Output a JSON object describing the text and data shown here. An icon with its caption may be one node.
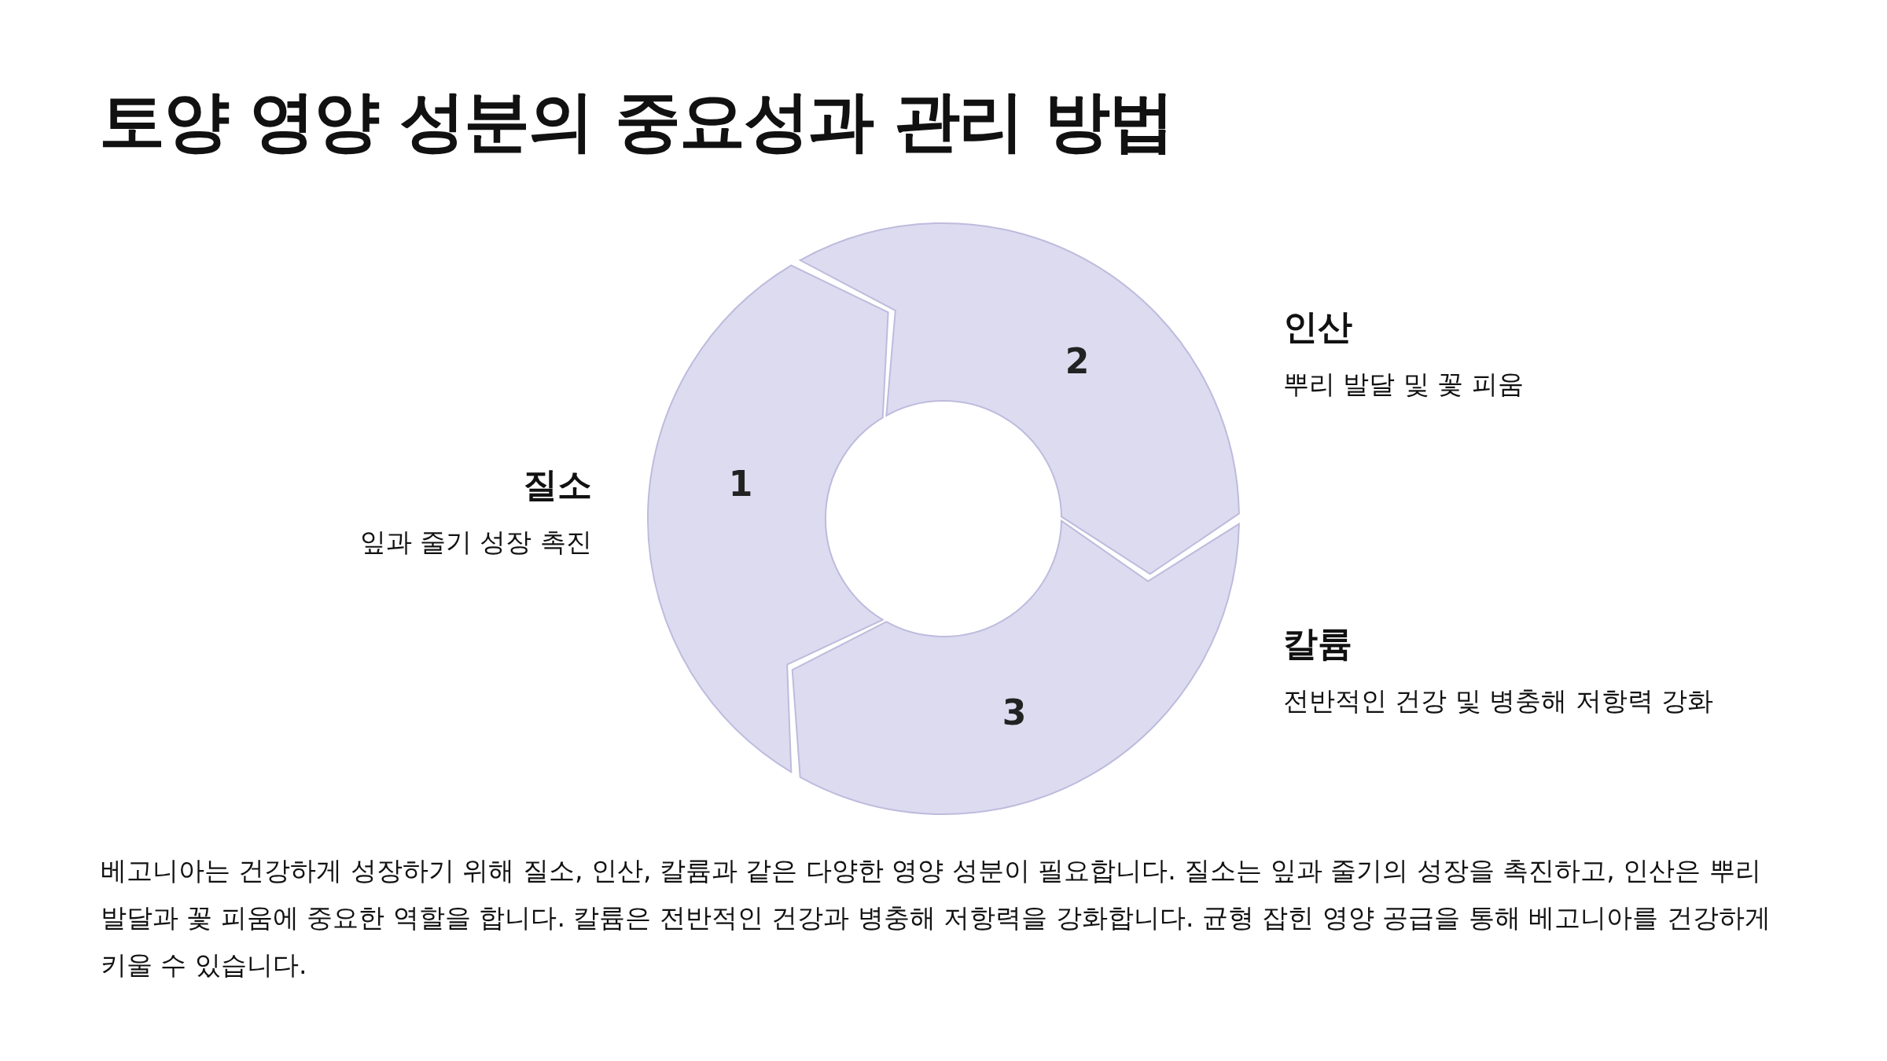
{
  "diagram": {
    "title": "토양 영양 성분의 중요성과 관리 방법",
    "nodes": [
      {
        "text": [
          "1"
        ],
        "beside": [
          "질소",
          "잎과 줄기 성장 촉진"
        ]
      },
      {
        "text": [
          "2"
        ],
        "beside": [
          "인산",
          "뿌리 발달 및 꽃 피움"
        ]
      },
      {
        "text": [
          "3"
        ],
        "beside": [
          "칼륨",
          "전반적인 건강 및 병충해 저항력 강화"
        ]
      }
    ],
    "caption": "베고니아는 건강하게 성장하기 위해 질소, 인산, 칼륨과 같은 다양한 영양 성분이 필요합니다. 질소는 잎과 줄기의 성장을 촉진하고, 인산은 뿌리 발달과 꽃 피움에 중요한 역할을 합니다. 칼륨은 전반적인 건강과 병충해 저항력을 강화합니다. 균형 잡힌 영양 공급을 통해 베고니아를 건강하게 키울 수 있습니다."
  }
}
